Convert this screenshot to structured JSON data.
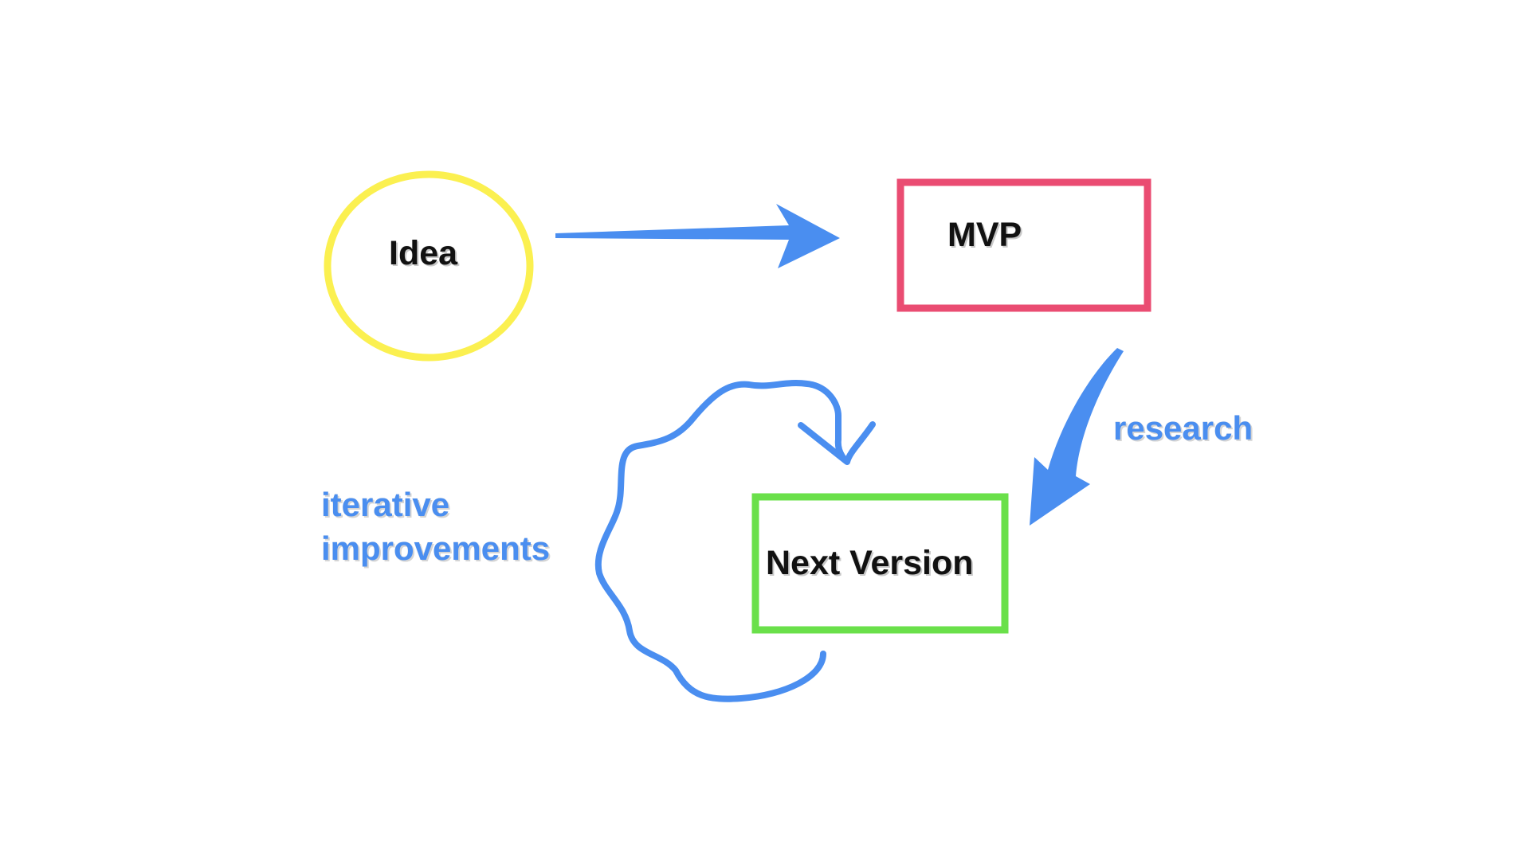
{
  "nodes": {
    "idea": {
      "label": "Idea",
      "shape": "ellipse",
      "color": "#fbf050"
    },
    "mvp": {
      "label": "MVP",
      "shape": "rectangle",
      "color": "#ea4c72"
    },
    "next_version": {
      "label": "Next Version",
      "shape": "rectangle",
      "color": "#6ae04a"
    }
  },
  "edges": {
    "idea_to_mvp": {
      "from": "Idea",
      "to": "MVP",
      "color": "#4a8ef0"
    },
    "mvp_to_next": {
      "from": "MVP",
      "to": "Next Version",
      "label": "research",
      "color": "#4a8ef0"
    },
    "iteration_loop": {
      "from": "Next Version",
      "to": "Next Version",
      "label_line1": "iterative",
      "label_line2": "improvements",
      "color": "#4a8ef0"
    }
  },
  "colors": {
    "background": "#ffffff",
    "node_text": "#111111",
    "edge_text": "#4a8ef0"
  }
}
